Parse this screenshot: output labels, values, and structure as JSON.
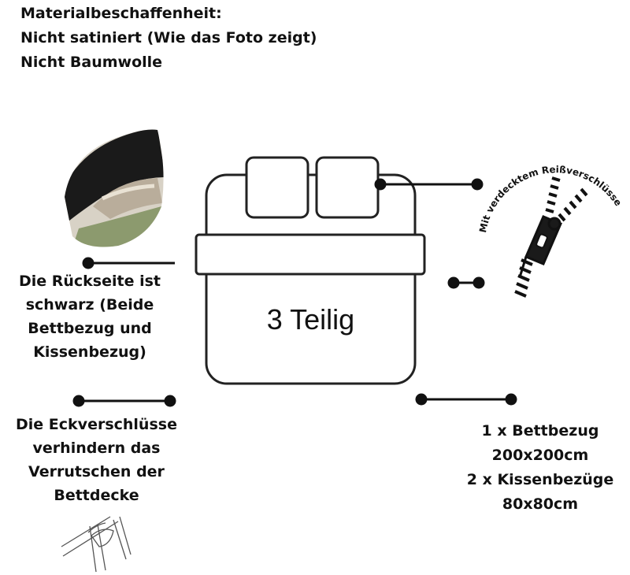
{
  "material": {
    "heading": "Materialbeschaffenheit:",
    "line1": "Nicht satiniert (Wie das Foto zeigt)",
    "line2": "Nicht Baumwolle"
  },
  "back": {
    "line1": "Die Rückseite ist",
    "line2": "schwarz (Beide",
    "line3": "Bettbezug und",
    "line4": "Kissenbezug)"
  },
  "corner": {
    "line1": "Die Eckverschlüsse",
    "line2": "verhindern das",
    "line3": "Verrutschen der",
    "line4": "Bettdecke"
  },
  "bed": {
    "label": "3 Teilig"
  },
  "zipper": {
    "label": "Mit verdecktem Reißverschlüsse"
  },
  "size": {
    "line1": "1 x Bettbezug",
    "line2": "200x200cm",
    "line3": "2 x Kissenbezüge",
    "line4": "80x80cm"
  },
  "colors": {
    "ink": "#111111",
    "bed_stroke": "#222222",
    "fabric_dark": "#1a1a1a",
    "fabric_light": "#c9bfb0"
  }
}
